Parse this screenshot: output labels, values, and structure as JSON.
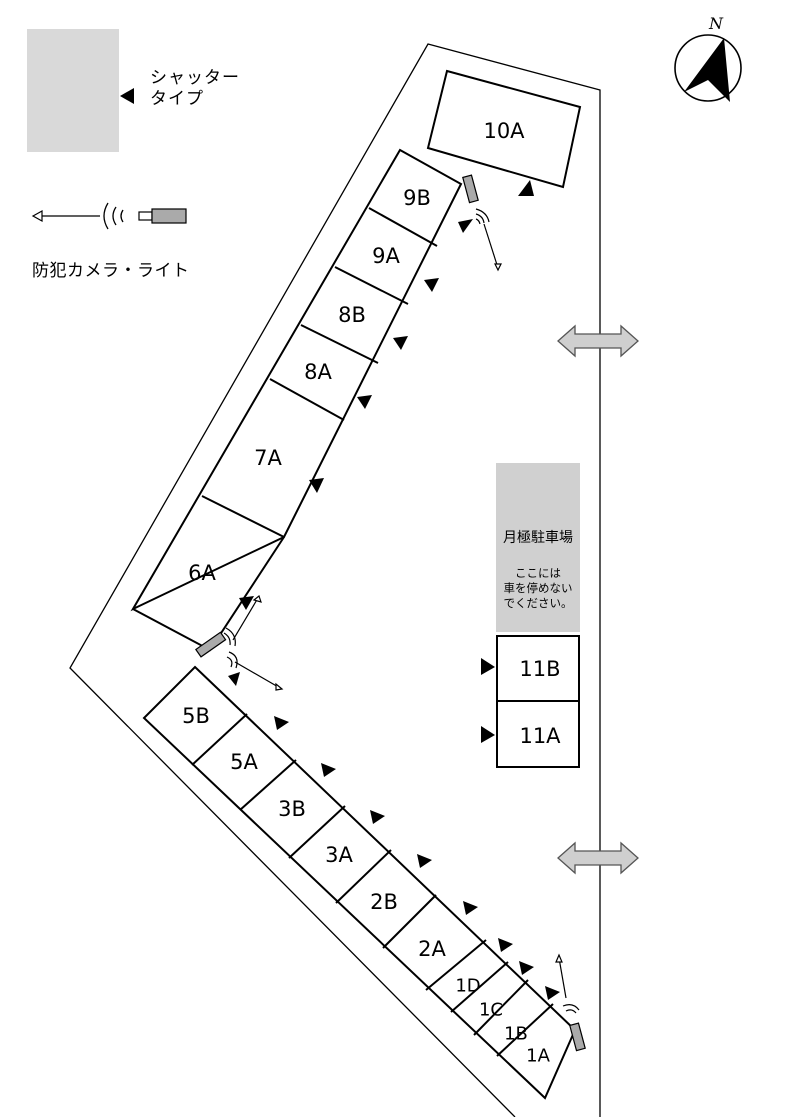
{
  "legend": {
    "shutter_line1": "シャッター",
    "shutter_line2": "タイプ",
    "camera": "防犯カメラ・ライト"
  },
  "compass": {
    "north": "N"
  },
  "monthly_parking": {
    "title": "月極駐車場",
    "note_line1": "ここには",
    "note_line2": "車を停めない",
    "note_line3": "でください。"
  },
  "units": [
    "10A",
    "9B",
    "9A",
    "8B",
    "8A",
    "7A",
    "6A",
    "5B",
    "5A",
    "3B",
    "3A",
    "2B",
    "2A",
    "1D",
    "1C",
    "1B",
    "1A",
    "11B",
    "11A"
  ],
  "colors": {
    "outline": "#000000",
    "gray_block": "#d9d9d9",
    "arrow_fill": "#cfcfcf"
  }
}
